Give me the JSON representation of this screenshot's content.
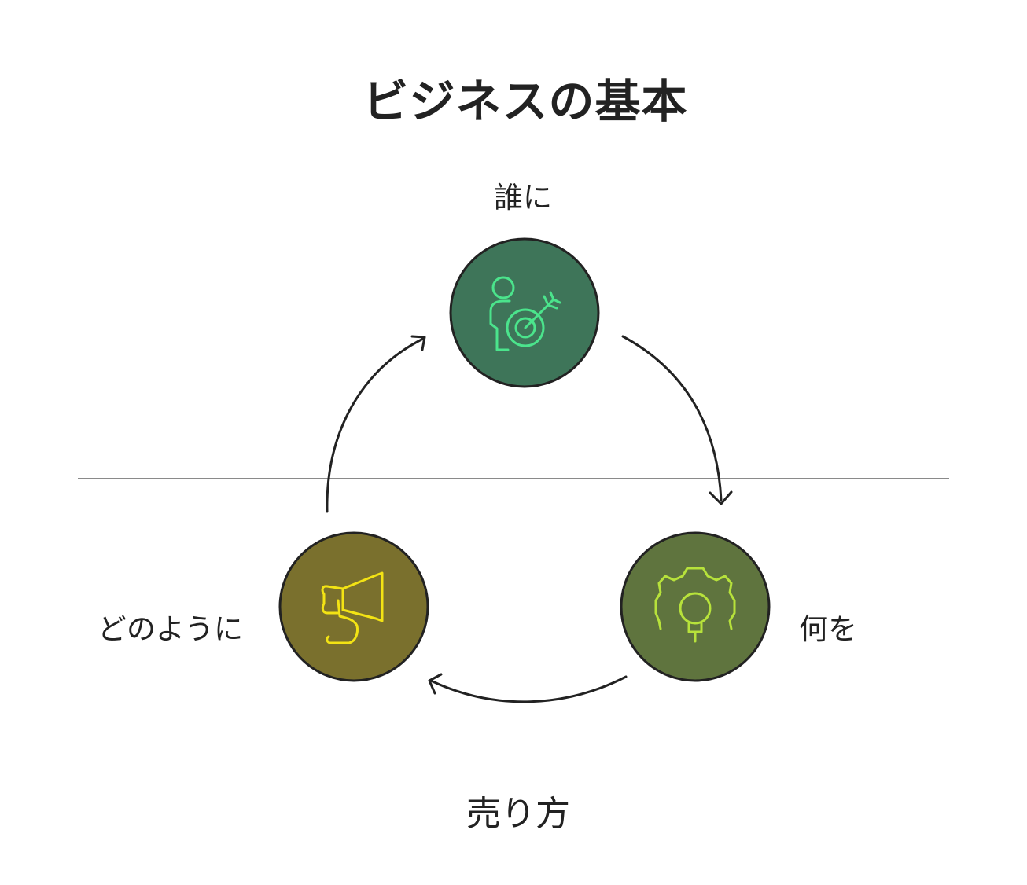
{
  "title": "ビジネスの基本",
  "nodes": [
    {
      "id": "who",
      "label": "誰に",
      "icon": "person-target-icon",
      "fill": "#3e7559",
      "icon_color": "#4be48c"
    },
    {
      "id": "what",
      "label": "何を",
      "icon": "gear-lightbulb-icon",
      "fill": "#5f743e",
      "icon_color": "#b7e23b"
    },
    {
      "id": "how",
      "label": "どのように",
      "icon": "megaphone-icon",
      "fill": "#7a702d",
      "icon_color": "#f3e314"
    }
  ],
  "caption": "売り方",
  "colors": {
    "outline": "#222222",
    "divider": "#8a8a8a",
    "text": "#222222"
  }
}
